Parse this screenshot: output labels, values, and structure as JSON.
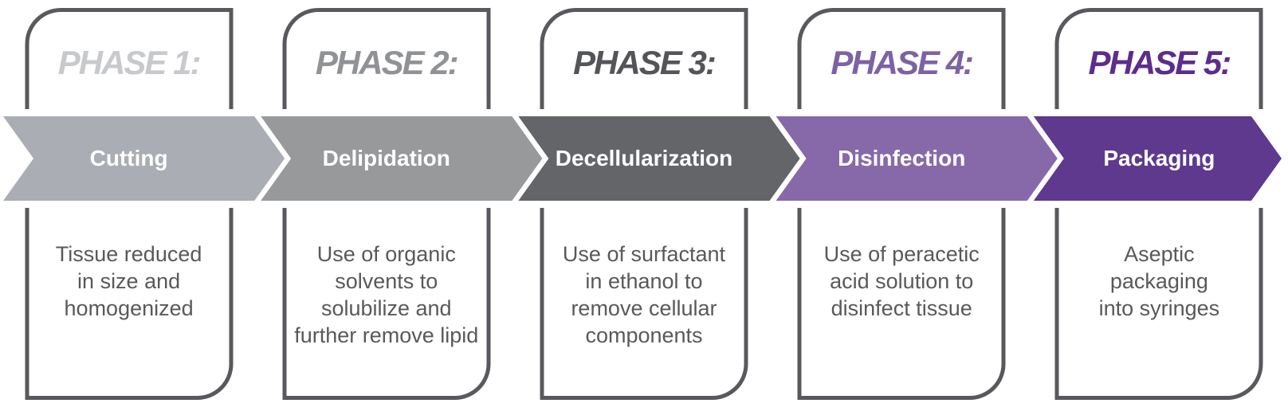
{
  "diagram": {
    "background_color": "#ffffff",
    "box_border_color": "#58595c",
    "description_color": "#58595b",
    "step_text_color": "#ffffff",
    "phases": [
      {
        "title": "PHASE 1:",
        "title_color": "#c7c9cc",
        "step": "Cutting",
        "band_color": "#abadb4",
        "description": "Tissue reduced\nin size and\nhomogenized"
      },
      {
        "title": "PHASE 2:",
        "title_color": "#909295",
        "step": "Delipidation",
        "band_color": "#97999b",
        "description": "Use of organic\nsolvents to\nsolubilize and\nfurther remove lipid"
      },
      {
        "title": "PHASE 3:",
        "title_color": "#545559",
        "step": "Decellularization",
        "band_color": "#636569",
        "description": "Use of surfactant\nin ethanol to\nremove cellular\ncomponents"
      },
      {
        "title": "PHASE 4:",
        "title_color": "#7d62a4",
        "step": "Disinfection",
        "band_color": "#8769aa",
        "description": "Use of peracetic\nacid solution to\ndisinfect tissue"
      },
      {
        "title": "PHASE 5:",
        "title_color": "#5c2d8c",
        "step": "Packaging",
        "band_color": "#5e398d",
        "description": "Aseptic\npackaging\ninto syringes"
      }
    ]
  }
}
